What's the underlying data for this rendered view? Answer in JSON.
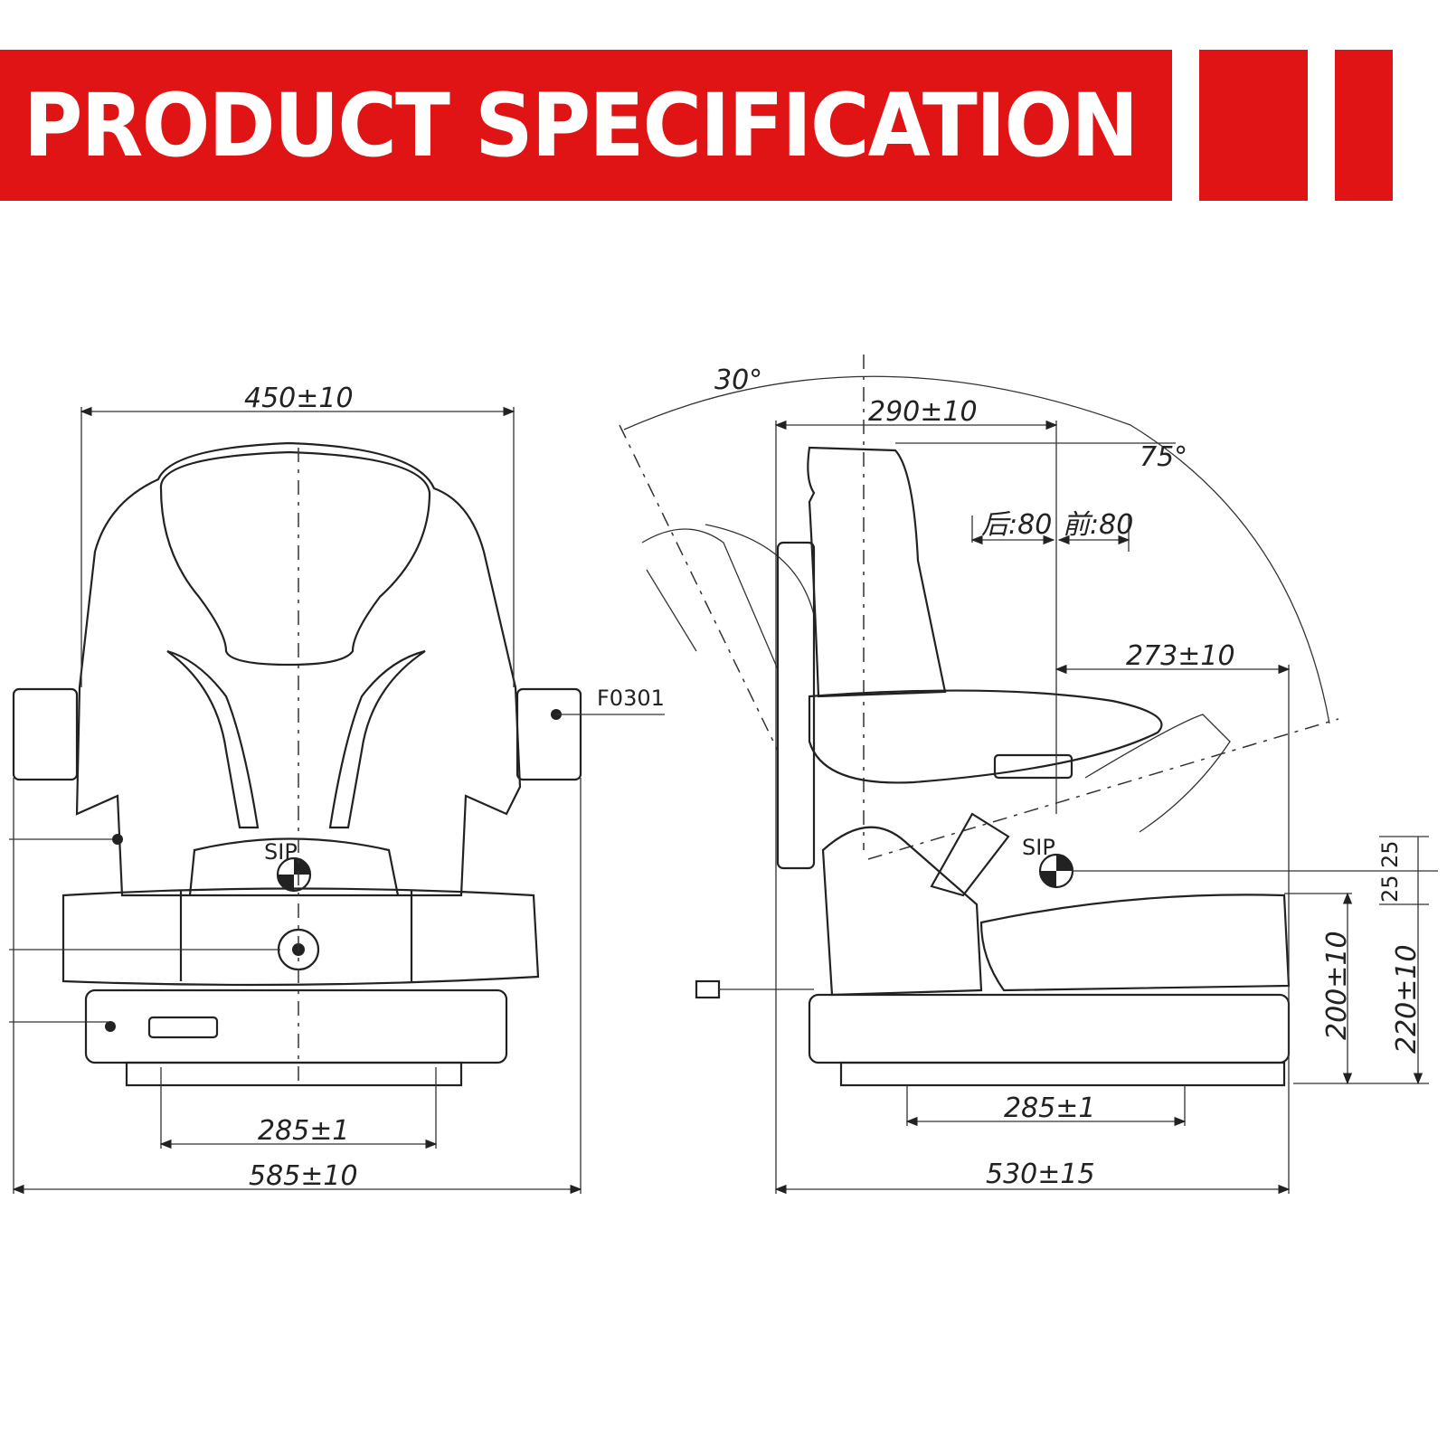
{
  "header": {
    "title": "PRODUCT SPECIFICATION",
    "accent_color": "#e01414"
  },
  "front_view": {
    "width_backrest": "450±10",
    "mount_spacing": "285±1",
    "overall_width": "585±10",
    "part_code": "F0301",
    "sip_label": "SIP"
  },
  "side_view": {
    "recline_back_angle": "30°",
    "recline_forward_angle": "75°",
    "backrest_depth": "290±10",
    "slide_rear": "后:80",
    "slide_front": "前:80",
    "cushion_depth": "273±10",
    "sip_label": "SIP",
    "sip_offset_up": "25",
    "sip_offset_down": "25",
    "height_min": "200±10",
    "height_max": "220±10",
    "mount_spacing": "285±1",
    "overall_depth": "530±15"
  }
}
